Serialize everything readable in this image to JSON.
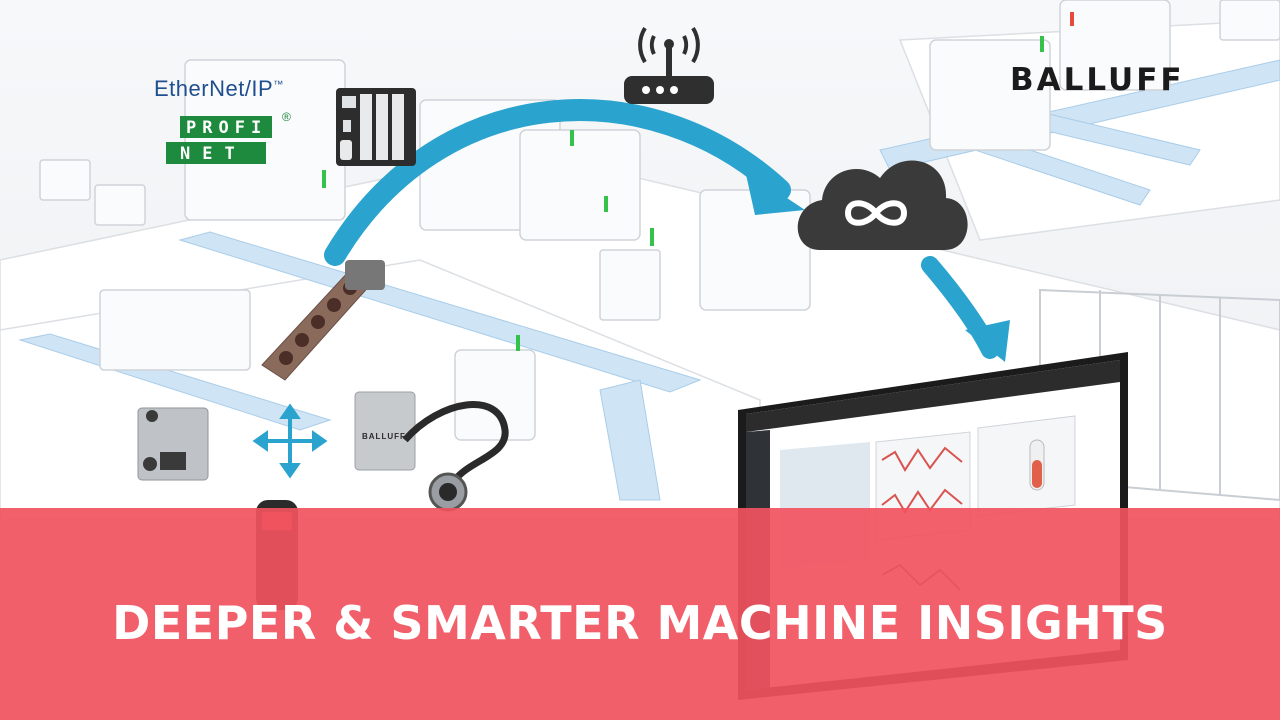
{
  "logos": {
    "ethernet_ip": "EtherNet/IP",
    "ethernet_ip_mark": "™",
    "profinet_line1": "PROFI",
    "profinet_line2": "NET",
    "profinet_mark": "®",
    "brand": "BALLUFF",
    "sensor_brand": "BALLUFF"
  },
  "headline": "DEEPER & SMARTER MACHINE INSIGHTS",
  "icons": [
    "wifi-router-icon",
    "cloud-icon",
    "move-arrows-icon"
  ],
  "colors": {
    "banner": "#f1525f",
    "arrow": "#2aa3cf",
    "cloud": "#3a3a3a",
    "conveyor": "#cfe4f5"
  }
}
